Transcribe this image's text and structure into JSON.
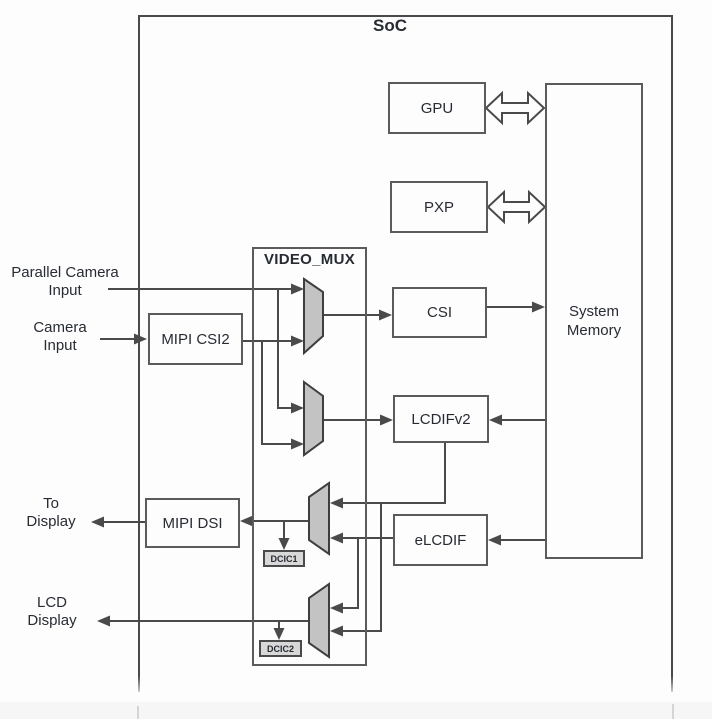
{
  "soc_label": "SoC",
  "blocks": {
    "gpu": "GPU",
    "pxp": "PXP",
    "csi": "CSI",
    "lcdifv2": "LCDIFv2",
    "elcdif": "eLCDIF",
    "system_memory": "System Memory",
    "mipi_csi2": "MIPI CSI2",
    "mipi_dsi": "MIPI DSI",
    "video_mux": "VIDEO_MUX",
    "dcic1": "DCIC1",
    "dcic2": "DCIC2"
  },
  "external_labels": {
    "parallel_camera_input": "Parallel Camera Input",
    "camera_input": "Camera Input",
    "to_display": "To Display",
    "lcd_display": "LCD Display"
  },
  "colors": {
    "line": "#4a4a4a",
    "box_border": "#5b5b5b",
    "box_fill": "#fdfdfd",
    "mux_fill": "#c3c3c3",
    "dcic_fill": "#d8d8d8",
    "text": "#272b33"
  }
}
